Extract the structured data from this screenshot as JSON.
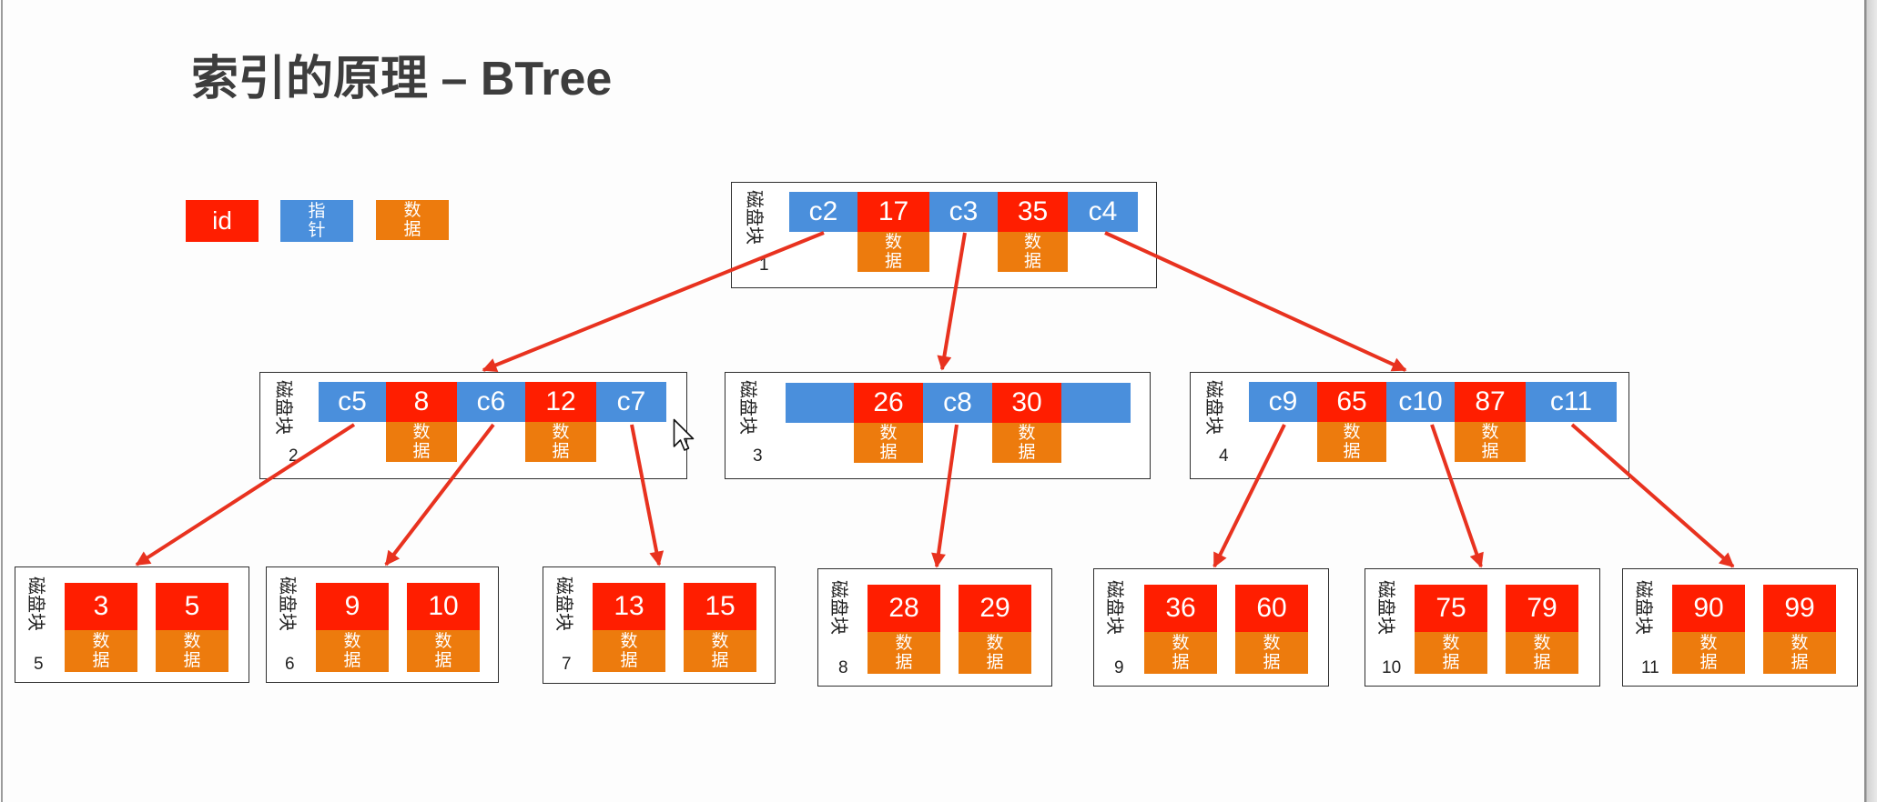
{
  "title": "索引的原理 – BTree",
  "legend": {
    "id_label": "id",
    "pointer_label": "指针",
    "data_label": "数据"
  },
  "colors": {
    "id": "#ff1e00",
    "pointer": "#4a8fdc",
    "data": "#ed7b0d",
    "arrow": "#e8321f"
  },
  "blocks": [
    {
      "label": "磁盘块",
      "number": "1",
      "cells": [
        {
          "text": "c2"
        },
        {
          "text": "17",
          "data": "数据"
        },
        {
          "text": "c3"
        },
        {
          "text": "35",
          "data": "数据"
        },
        {
          "text": "c4"
        }
      ]
    },
    {
      "label": "磁盘块",
      "number": "2",
      "cells": [
        {
          "text": "c5"
        },
        {
          "text": "8",
          "data": "数据"
        },
        {
          "text": "c6"
        },
        {
          "text": "12",
          "data": "数据"
        },
        {
          "text": "c7"
        }
      ]
    },
    {
      "label": "磁盘块",
      "number": "3",
      "cells": [
        {
          "text": ""
        },
        {
          "text": "26",
          "data": "数据"
        },
        {
          "text": "c8"
        },
        {
          "text": "30",
          "data": "数据"
        },
        {
          "text": ""
        }
      ]
    },
    {
      "label": "磁盘块",
      "number": "4",
      "cells": [
        {
          "text": "c9"
        },
        {
          "text": "65",
          "data": "数据"
        },
        {
          "text": "c10"
        },
        {
          "text": "87",
          "data": "数据"
        },
        {
          "text": "c11"
        }
      ]
    },
    {
      "label": "磁盘块",
      "number": "5",
      "cells": [
        {
          "text": "3",
          "data": "数据"
        },
        {
          "text": "5",
          "data": "数据"
        }
      ]
    },
    {
      "label": "磁盘块",
      "number": "6",
      "cells": [
        {
          "text": "9",
          "data": "数据"
        },
        {
          "text": "10",
          "data": "数据"
        }
      ]
    },
    {
      "label": "磁盘块",
      "number": "7",
      "cells": [
        {
          "text": "13",
          "data": "数据"
        },
        {
          "text": "15",
          "data": "数据"
        }
      ]
    },
    {
      "label": "磁盘块",
      "number": "8",
      "cells": [
        {
          "text": "28",
          "data": "数据"
        },
        {
          "text": "29",
          "data": "数据"
        }
      ]
    },
    {
      "label": "磁盘块",
      "number": "9",
      "cells": [
        {
          "text": "36",
          "data": "数据"
        },
        {
          "text": "60",
          "data": "数据"
        }
      ]
    },
    {
      "label": "磁盘块",
      "number": "10",
      "cells": [
        {
          "text": "75",
          "data": "数据"
        },
        {
          "text": "79",
          "data": "数据"
        }
      ]
    },
    {
      "label": "磁盘块",
      "number": "11",
      "cells": [
        {
          "text": "90",
          "data": "数据"
        },
        {
          "text": "99",
          "data": "数据"
        }
      ]
    }
  ]
}
